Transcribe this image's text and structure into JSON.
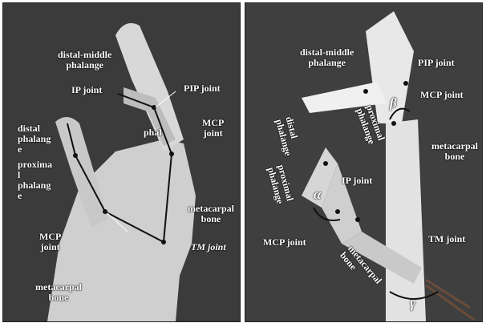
{
  "left_panel": {
    "labels": {
      "distal_middle": "distal-middle\nphalange",
      "pip_joint": "PIP joint",
      "ip_joint": "IP joint",
      "mcp_joint_index": "MCP\njoint",
      "proximal_partial": "phal",
      "distal_phalange": "distal\nphalang\ne",
      "proximal_phalange": "proxima\nl\nphalang\ne",
      "mcp_joint_thumb": "MCP\njoint",
      "metacarpal_index": "metacarpal\nbone",
      "tm_joint": "TM joint",
      "metacarpal_thumb": "metacarpal\nbone"
    }
  },
  "right_panel": {
    "labels": {
      "distal_middle": "distal-middle\nphalange",
      "pip_joint": "PIP joint",
      "mcp_joint_index": "MCP joint",
      "proximal_index": "proximal\nphalange",
      "metacarpal_index": "metacarpal\nbone",
      "distal_thumb": "distal\nphalange",
      "proximal_thumb": "proximal\nphalange",
      "ip_joint": "IP joint",
      "alpha": "α",
      "beta": "β",
      "gamma": "γ",
      "mcp_joint_thumb": "MCP joint",
      "metacarpal_thumb": "metacarpal\nbone",
      "tm_joint": "TM joint"
    }
  }
}
